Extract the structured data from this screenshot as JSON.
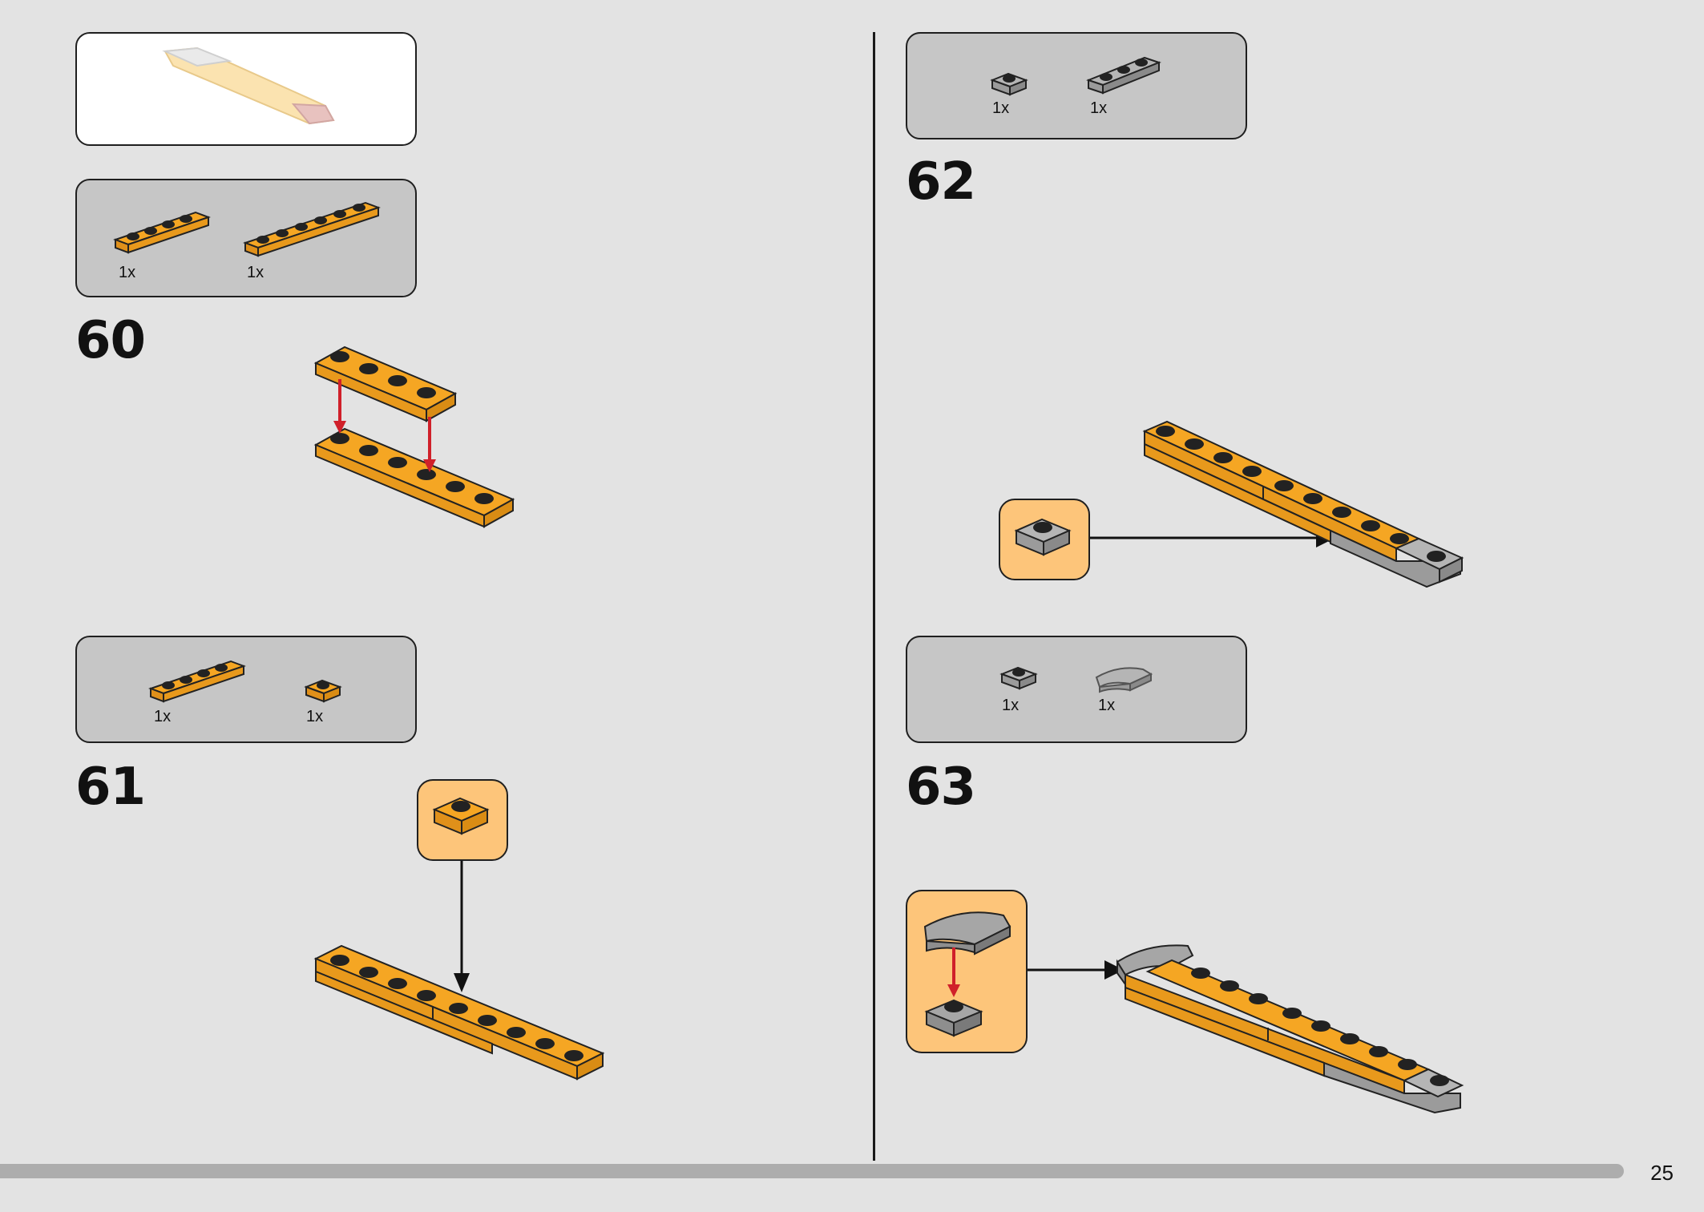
{
  "page_number": "25",
  "colors": {
    "background": "#e3e3e3",
    "parts_panel": "#c6c6c6",
    "callout": "#fdc57a",
    "brick_orange": "#f5a623",
    "brick_gray": "#9b9b9b",
    "arrow_red": "#d0202a",
    "arrow_black": "#111111"
  },
  "steps": [
    {
      "number": "60",
      "parts": [
        {
          "icon": "orange-plate-1x4-icon",
          "qty": "1x"
        },
        {
          "icon": "orange-plate-1x6-icon",
          "qty": "1x"
        }
      ]
    },
    {
      "number": "61",
      "parts": [
        {
          "icon": "orange-plate-1x4-icon",
          "qty": "1x"
        },
        {
          "icon": "orange-plate-1x1-icon",
          "qty": "1x"
        }
      ]
    },
    {
      "number": "62",
      "parts": [
        {
          "icon": "gray-plate-1x1-icon",
          "qty": "1x"
        },
        {
          "icon": "gray-plate-1x3-icon",
          "qty": "1x"
        }
      ]
    },
    {
      "number": "63",
      "parts": [
        {
          "icon": "gray-round-plate-1x1-icon",
          "qty": "1x"
        },
        {
          "icon": "gray-curved-slope-icon",
          "qty": "1x"
        }
      ]
    }
  ]
}
